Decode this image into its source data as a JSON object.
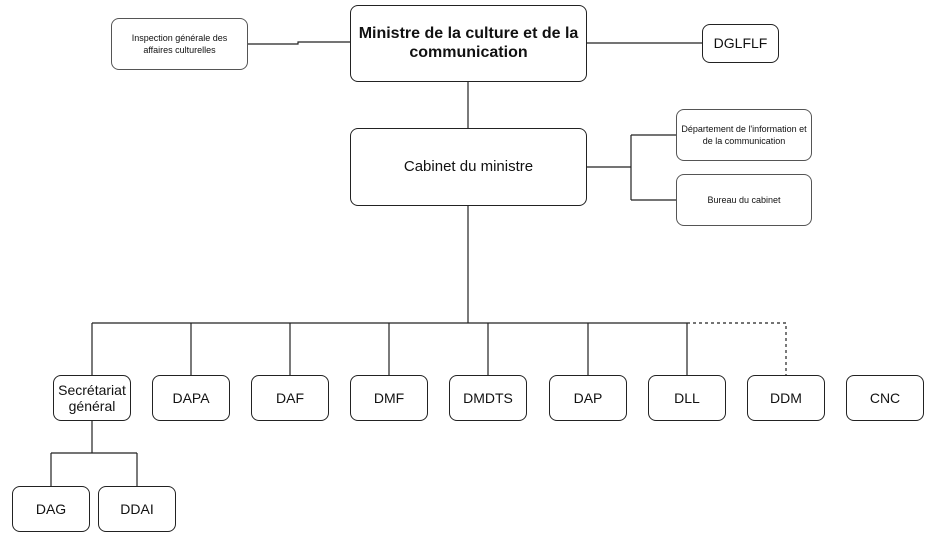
{
  "nodes": {
    "minister": "Ministre de la culture et de la communication",
    "igac": "Inspection générale des affaires culturelles",
    "dglflf": "DGLFLF",
    "cabinet": "Cabinet du ministre",
    "dept_info": "Département de l'information et de la communication",
    "bureau": "Bureau du cabinet",
    "sg": "Secrétariat général",
    "dapa": "DAPA",
    "daf": "DAF",
    "dmf": "DMF",
    "dmdts": "DMDTS",
    "dap": "DAP",
    "dll": "DLL",
    "ddm": "DDM",
    "cnc": "CNC",
    "dag": "DAG",
    "ddai": "DDAI"
  }
}
